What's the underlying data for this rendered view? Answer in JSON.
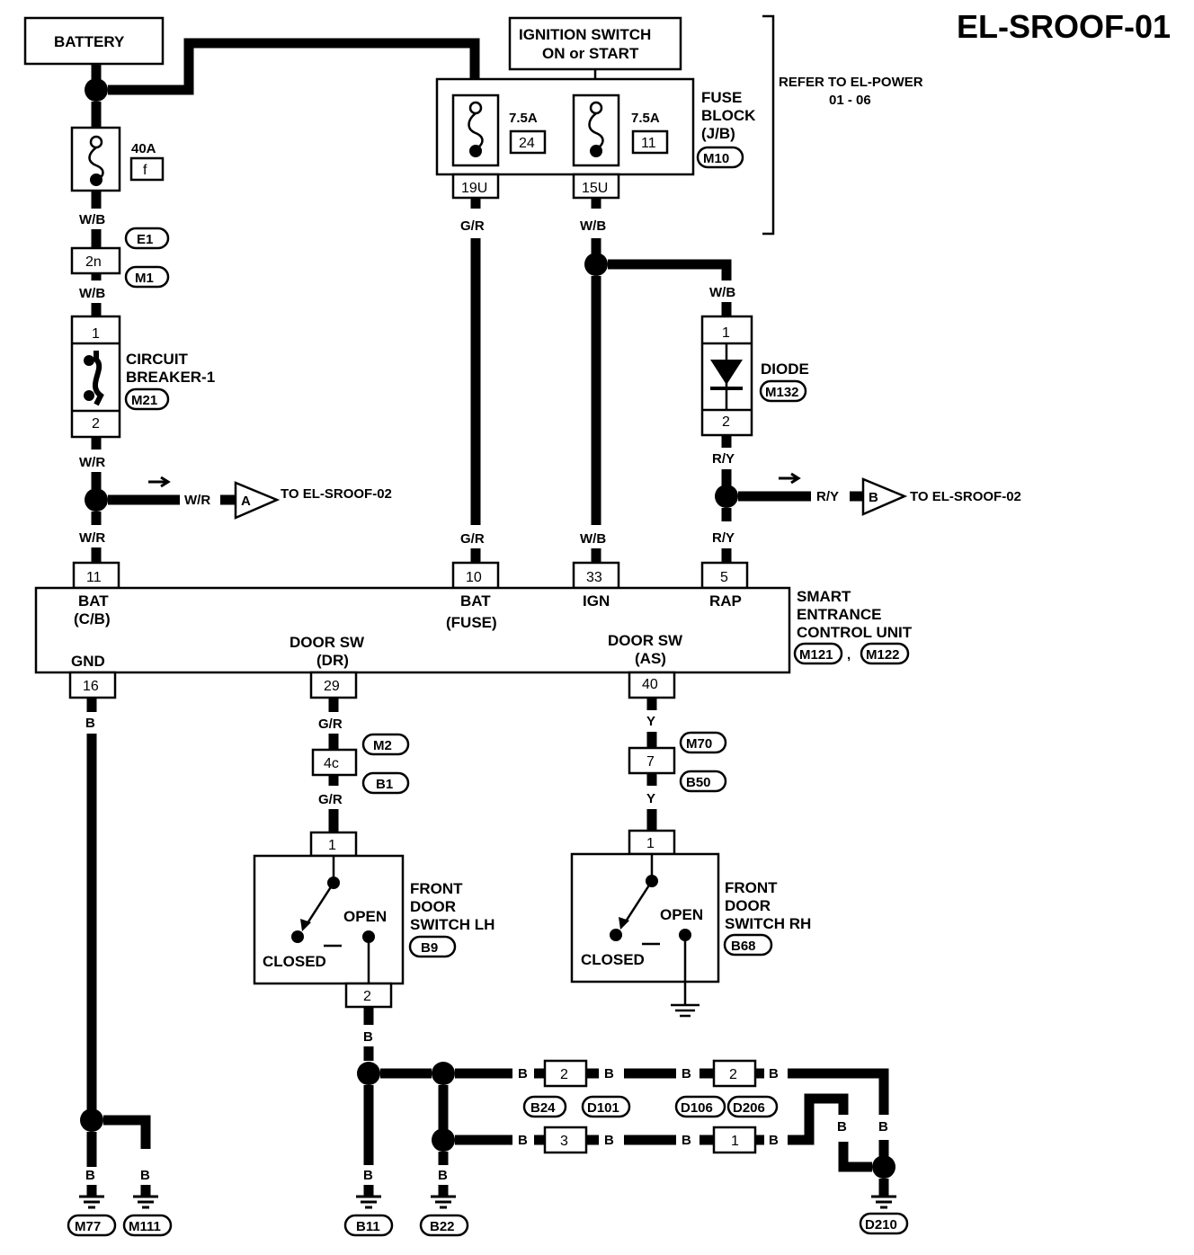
{
  "title": "EL-SROOF-01",
  "battery": "BATTERY",
  "ignition": {
    "line1": "IGNITION SWITCH",
    "line2": "ON or START"
  },
  "fuse_block": {
    "line1": "FUSE",
    "line2": "BLOCK",
    "line3": "(J/B)",
    "connector": "M10"
  },
  "refer": {
    "line1": "REFER TO EL-POWER",
    "line2": "01 - 06"
  },
  "fusible": {
    "rating": "40A",
    "id": "f"
  },
  "fuse1": {
    "rating": "7.5A",
    "id": "24",
    "pin": "19U"
  },
  "fuse2": {
    "rating": "7.5A",
    "id": "11",
    "pin": "15U"
  },
  "connector_2n": {
    "pin": "2n",
    "conn1": "E1",
    "conn2": "M1"
  },
  "circuit_breaker": {
    "line1": "CIRCUIT",
    "line2": "BREAKER-1",
    "connector": "M21",
    "pin1": "1",
    "pin2": "2"
  },
  "diode": {
    "label": "DIODE",
    "connector": "M132",
    "pin1": "1",
    "pin2": "2"
  },
  "link_a": {
    "letter": "A",
    "wire": "W/R",
    "text": "TO EL-SROOF-02"
  },
  "link_b": {
    "letter": "B",
    "wire": "R/Y",
    "text": "TO EL-SROOF-02"
  },
  "wires": {
    "wb": "W/B",
    "wr": "W/R",
    "gr": "G/R",
    "ry": "R/Y",
    "y": "Y",
    "b": "B"
  },
  "control_unit": {
    "line1": "SMART",
    "line2": "ENTRANCE",
    "line3": "CONTROL UNIT",
    "conn1": "M121",
    "sep": ",",
    "conn2": "M122",
    "pins": {
      "bat_cb": "11",
      "bat_fuse": "10",
      "ign": "33",
      "rap": "5",
      "gnd": "16",
      "dsw_dr": "29",
      "dsw_as": "40"
    },
    "labels": {
      "bat": "BAT",
      "cb": "(C/B)",
      "fuse": "(FUSE)",
      "ign": "IGN",
      "rap": "RAP",
      "gnd": "GND",
      "dsw": "DOOR SW",
      "dr": "(DR)",
      "as": "(AS)"
    }
  },
  "conn_4c": {
    "pin": "4c",
    "conn1": "M2",
    "conn2": "B1"
  },
  "conn_7": {
    "pin": "7",
    "conn1": "M70",
    "conn2": "B50"
  },
  "switch_lh": {
    "line1": "FRONT",
    "line2": "DOOR",
    "line3": "SWITCH LH",
    "connector": "B9",
    "open": "OPEN",
    "closed": "CLOSED",
    "pin1": "1",
    "pin2": "2"
  },
  "switch_rh": {
    "line1": "FRONT",
    "line2": "DOOR",
    "line3": "SWITCH RH",
    "connector": "B68",
    "open": "OPEN",
    "closed": "CLOSED",
    "pin1": "1"
  },
  "conn_b24": {
    "pin": "2",
    "conn1": "B24",
    "conn2": "D101"
  },
  "conn_d106": {
    "pin": "2",
    "conn1": "D106",
    "conn2": "D206"
  },
  "conn_3": {
    "pin": "3"
  },
  "conn_1": {
    "pin": "1"
  },
  "grounds": {
    "g1": "M77",
    "g2": "M111",
    "g3": "B11",
    "g4": "B22",
    "g5": "D210"
  }
}
